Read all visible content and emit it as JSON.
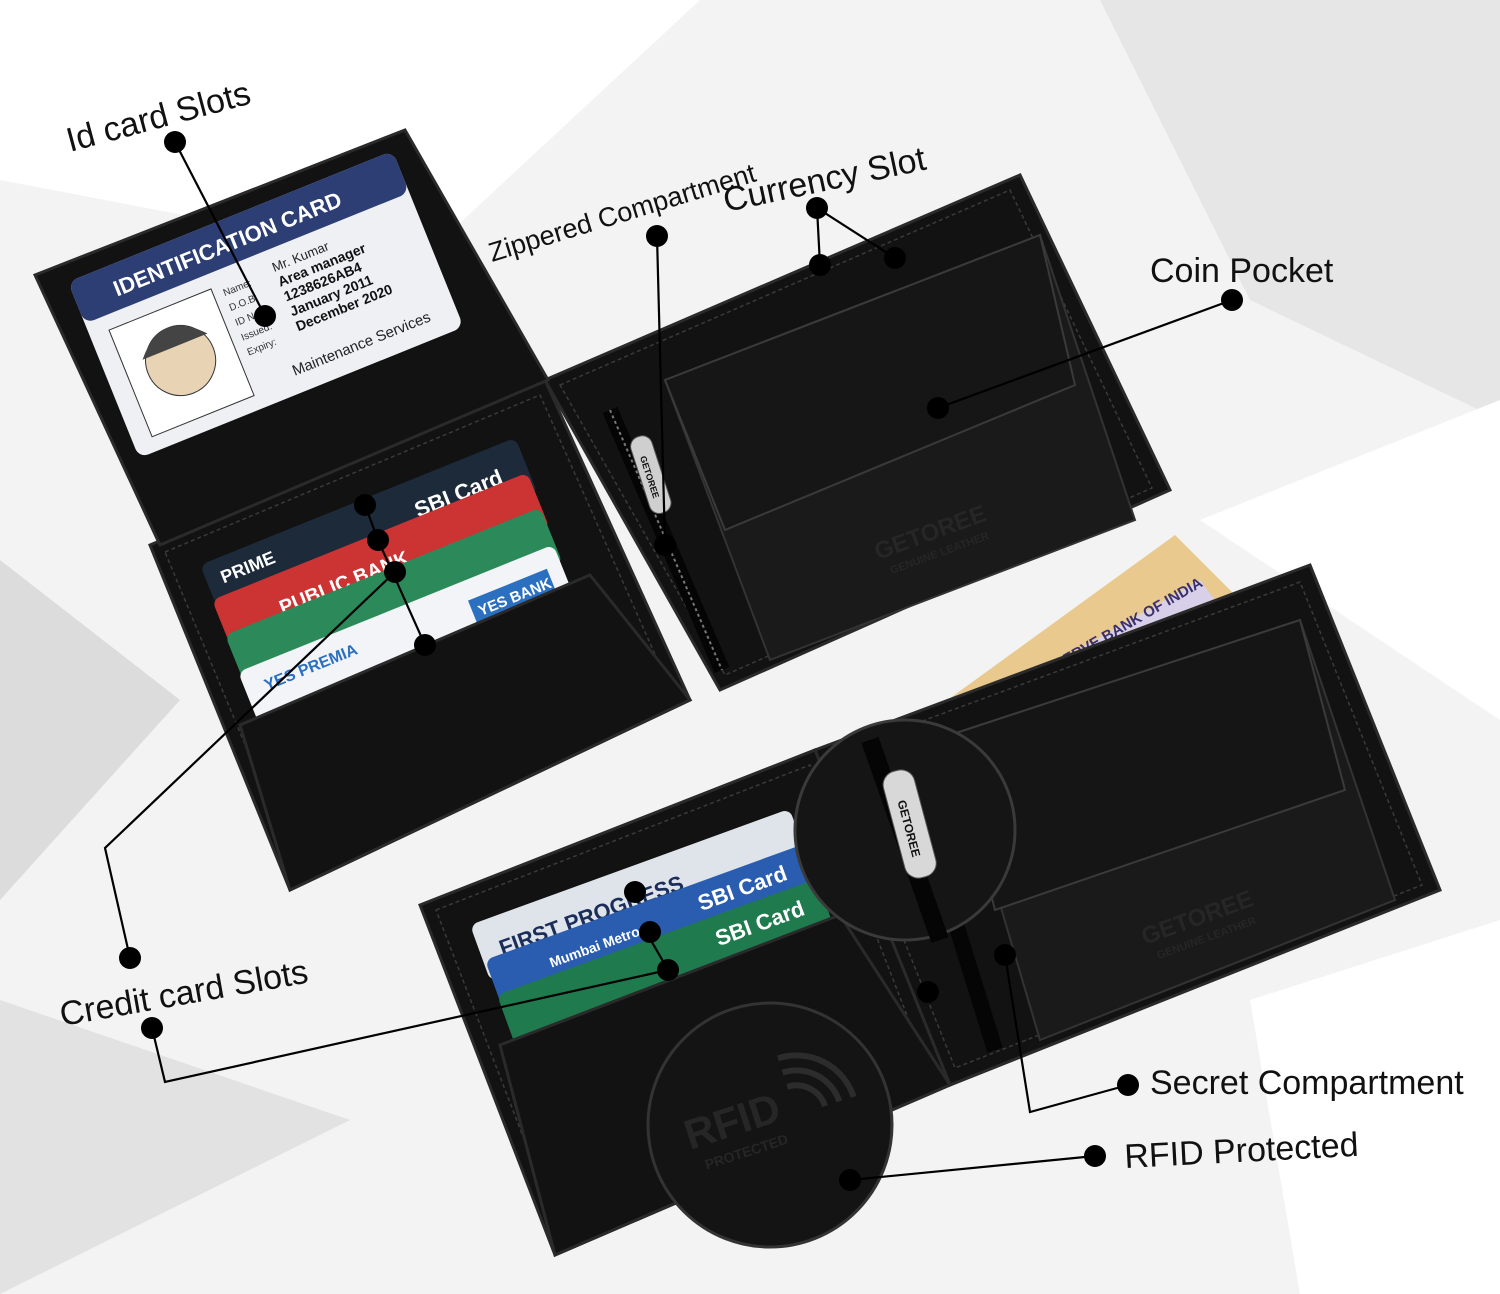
{
  "labels": {
    "id_card_slots": "Id card  Slots",
    "zippered_compartment": "Zippered Compartment",
    "currency_slot": "Currency Slot",
    "coin_pocket": "Coin Pocket",
    "credit_card_slots": "Credit card  Slots",
    "secret_compartment": "Secret Compartment",
    "rfid_protected": "RFID Protected"
  },
  "id_card": {
    "header": "IDENTIFICATION CARD",
    "fields": [
      "Name:",
      "D.O.B:",
      "ID No:",
      "Issued:",
      "Expiry:"
    ],
    "values": [
      "Mr. Kumar",
      "Area manager",
      "1238626AB4",
      "January 2011",
      "December 2020"
    ],
    "footer": "Maintenance Services"
  },
  "cards": {
    "sbi": "SBI Card",
    "prime": "PRIME",
    "public_bank": "PUBLIC BANK",
    "yes_bank": "YES BANK",
    "yes_premia": "YES PREMIA",
    "first_progress": "FIRST PROGRESS",
    "mumbai_metro": "Mumbai Metro"
  },
  "brand": {
    "name": "GETOREE",
    "subtitle": "GENUINE LEATHER",
    "rfid": "RFID",
    "rfid_sub": "PROTECTED"
  },
  "banknote": "RESERVE BANK OF INDIA",
  "colors": {
    "leather": "#121212",
    "id_header": "#2c3e73",
    "background": "#f4f4f4"
  }
}
